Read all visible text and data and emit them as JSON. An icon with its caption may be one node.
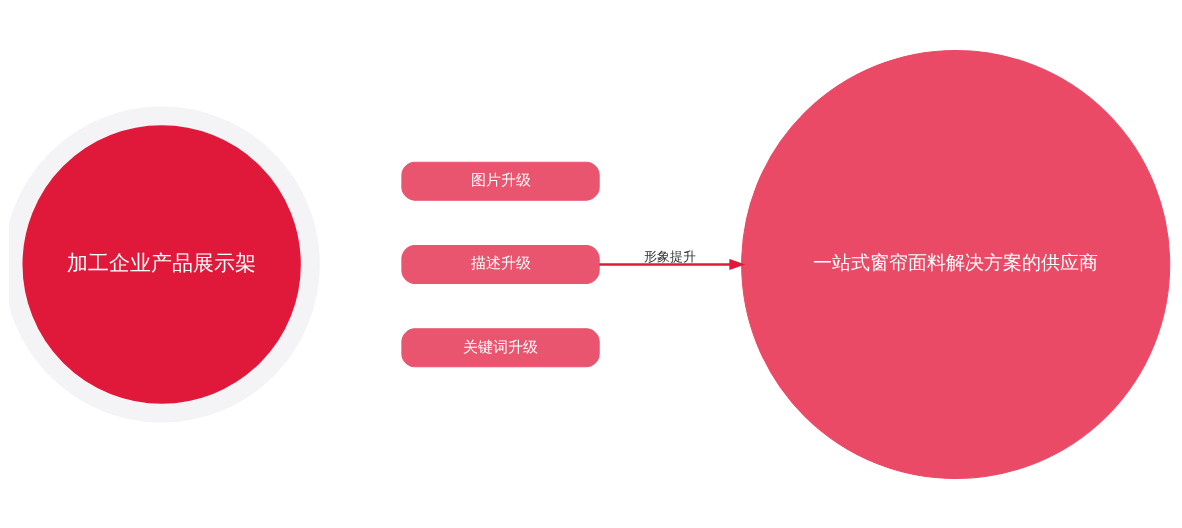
{
  "diagram": {
    "nodes": [
      {
        "text": [
          "加工企业产品展示架"
        ]
      },
      {
        "text": [
          "图片升级"
        ]
      },
      {
        "text": [
          "描述升级"
        ]
      },
      {
        "text": [
          "关键词升级"
        ]
      },
      {
        "text": [
          "一站式窗帘面料解决方案的供应商"
        ]
      }
    ],
    "edges": [
      {
        "from": 2,
        "to": 4,
        "arrow": "to",
        "label": "形象提升"
      }
    ]
  }
}
